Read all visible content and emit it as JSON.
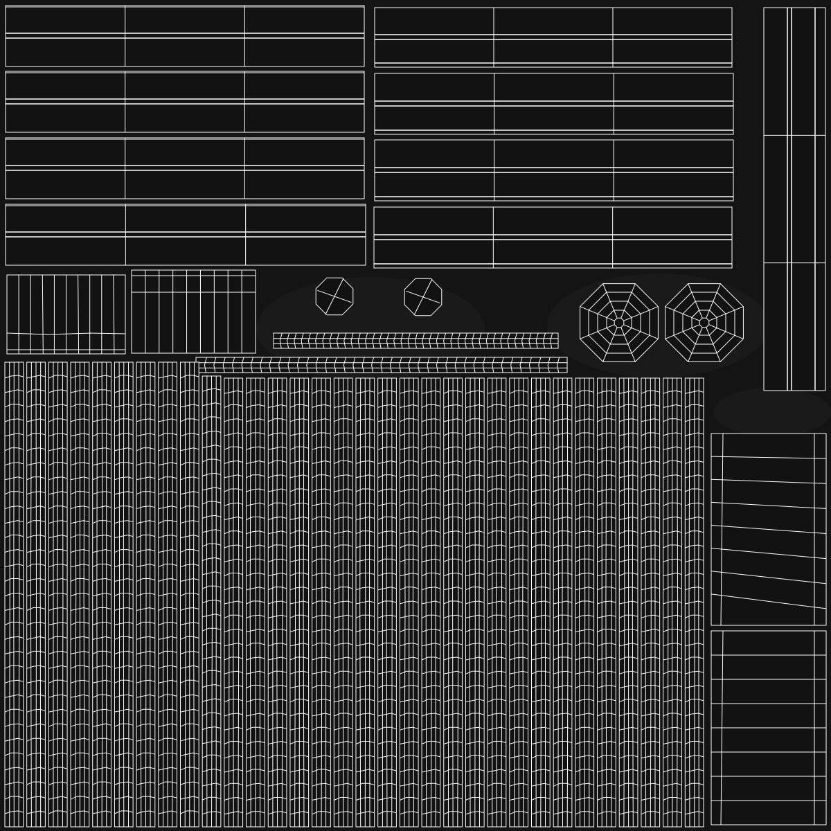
{
  "uv_layout": {
    "background_color": "#141414",
    "island_fill_color": "#121212",
    "texture_shadow_color": "#1a1a1a",
    "wire_color": "#ffffff",
    "plank_islands": {
      "left_column_count": 4,
      "right_column_count": 4,
      "segments_per_plank": 3,
      "edge_lines_per_plank": 2
    },
    "small_panels": {
      "left_panel_columns": 10,
      "right_panel_columns": 9
    },
    "octagons": {
      "small_count": 2,
      "large_count": 2,
      "large_rings": 4,
      "sides": 8
    },
    "strips": {
      "count": 2,
      "divisions": 40
    },
    "column_grid": {
      "column_count": 32,
      "sub_lines_per_column": 3,
      "row_count": 32
    },
    "vertical_bar": {
      "inner_lines": 3,
      "horizontal_divisions": 3
    },
    "lower_right_panels": {
      "count": 2,
      "rows": 8
    }
  }
}
